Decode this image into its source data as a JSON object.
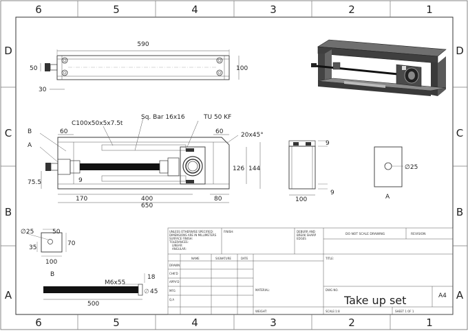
{
  "zones": {
    "columns": [
      "6",
      "5",
      "4",
      "3",
      "2",
      "1"
    ],
    "rows": [
      "D",
      "C",
      "B",
      "A"
    ]
  },
  "top_view": {
    "length": "590",
    "height_left": "50",
    "height_right": "100",
    "offset": "30"
  },
  "front_view": {
    "label_channel": "C100x50x5x7.5t",
    "label_bar": "Sq. Bar 16x16",
    "label_unit": "TU 50 KF",
    "label_b": "B",
    "label_a": "A",
    "chamfer": "20x45°",
    "dims": {
      "left_top": "60",
      "right_top": "60",
      "left_side": "75.5",
      "small": "9",
      "h126": "126",
      "h144": "144",
      "d170": "170",
      "d400": "400",
      "d80": "80",
      "d650": "650"
    }
  },
  "side_view": {
    "d9_top": "9",
    "d9_bottom": "9",
    "d100": "100"
  },
  "view_a": {
    "dia": "25",
    "label": "A"
  },
  "view_b": {
    "dia": "25",
    "d50": "50",
    "d70": "70",
    "d35": "35",
    "d100": "100",
    "label": "B"
  },
  "screw": {
    "thread": "M6x55",
    "d18": "18",
    "dia45": "45",
    "d500": "500"
  },
  "title_block": {
    "general_note_1": "UNLESS OTHERWISE SPECIFIED:",
    "general_note_2": "DIMENSIONS ARE IN MILLIMETERS",
    "general_note_3": "SURFACE FINISH:",
    "general_note_4": "TOLERANCES:",
    "general_note_5": "LINEAR:",
    "general_note_6": "ANGULAR:",
    "finish": "FINISH:",
    "deburr_1": "DEBURR AND",
    "deburr_2": "BREAK SHARP",
    "deburr_3": "EDGES",
    "do_not_scale": "DO NOT SCALE DRAWING",
    "revision": "REVISION",
    "col_name": "NAME",
    "col_signature": "SIGNATURE",
    "col_date": "DATE",
    "row_drawn": "DRAWN",
    "row_chkd": "CHK'D",
    "row_appvd": "APPV'D",
    "row_mfg": "MFG",
    "row_qa": "Q.A",
    "title_label": "TITLE:",
    "material": "MATERIAL:",
    "weight": "WEIGHT:",
    "dwg_no_label": "DWG NO.",
    "dwg_title": "Take up set",
    "size": "A4",
    "scale": "SCALE:1:8",
    "sheet": "SHEET 1 OF 1"
  }
}
